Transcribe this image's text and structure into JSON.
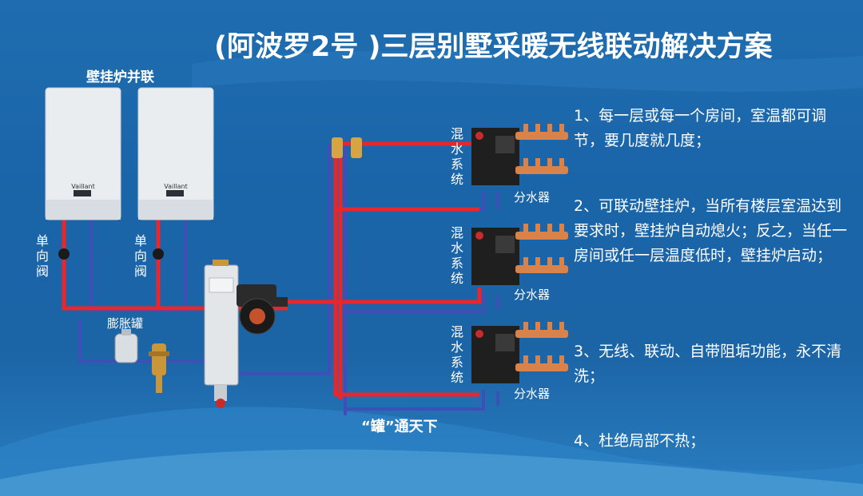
{
  "title": "(阿波罗2号 )三层别墅采暖无线联动解决方案",
  "labels": {
    "boilers_parallel": "壁挂炉并联",
    "check_valve_left": "单向阀",
    "check_valve_right": "单向阀",
    "expansion_tank": "膨胀罐",
    "mixing_system": "混水系统",
    "manifold": "分水器",
    "tank_slogan": "“罐”通天下"
  },
  "features": [
    "1、每一层或每一个房间，室温都可调节，要几度就几度；",
    "2、可联动壁挂炉，当所有楼层室温达到要求时，壁挂炉自动熄火；反之，当任一房间或任一层温度低时，壁挂炉启动；",
    "3、无线、联动、自带阻垢功能，永不清洗；",
    "4、杜绝局部不热；"
  ],
  "colors": {
    "background": "#1b65a8",
    "supply_pipe": "#e8262b",
    "return_pipe": "#3e4fb8",
    "text": "#ffffff"
  }
}
